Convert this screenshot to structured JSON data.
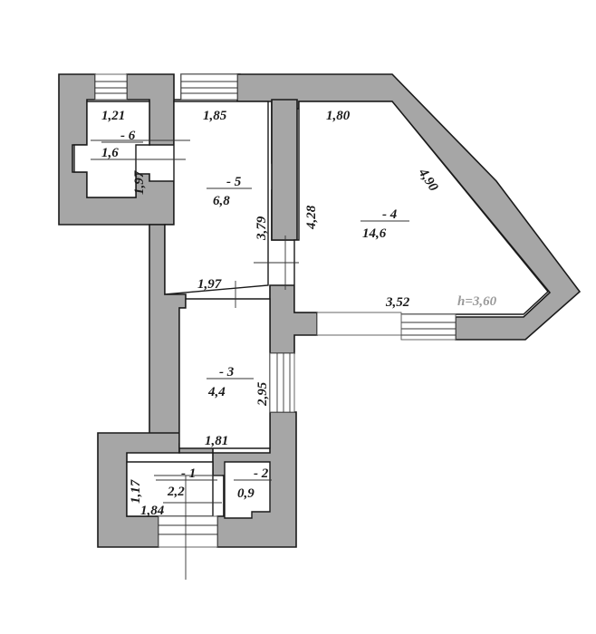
{
  "plan": {
    "rooms": [
      {
        "id": "room-6",
        "number": "- 6",
        "area": "1,6"
      },
      {
        "id": "room-5",
        "number": "- 5",
        "area": "6,8"
      },
      {
        "id": "room-4",
        "number": "- 4",
        "area": "14,6"
      },
      {
        "id": "room-3",
        "number": "- 3",
        "area": "4,4"
      },
      {
        "id": "room-1",
        "number": "- 1",
        "area": "2,2"
      },
      {
        "id": "room-2",
        "number": "- 2",
        "area": "0,9"
      }
    ],
    "dimensions": {
      "d121": "1,21",
      "d185": "1,85",
      "d180": "1,80",
      "d197v": "1,97",
      "d490": "4,90",
      "d428": "4,28",
      "d379": "3,79",
      "d197h": "1,97",
      "d352": "3,52",
      "d295": "2,95",
      "d181": "1,81",
      "d117": "1,17",
      "d184": "1,84"
    },
    "height_label": "h=3,60"
  }
}
